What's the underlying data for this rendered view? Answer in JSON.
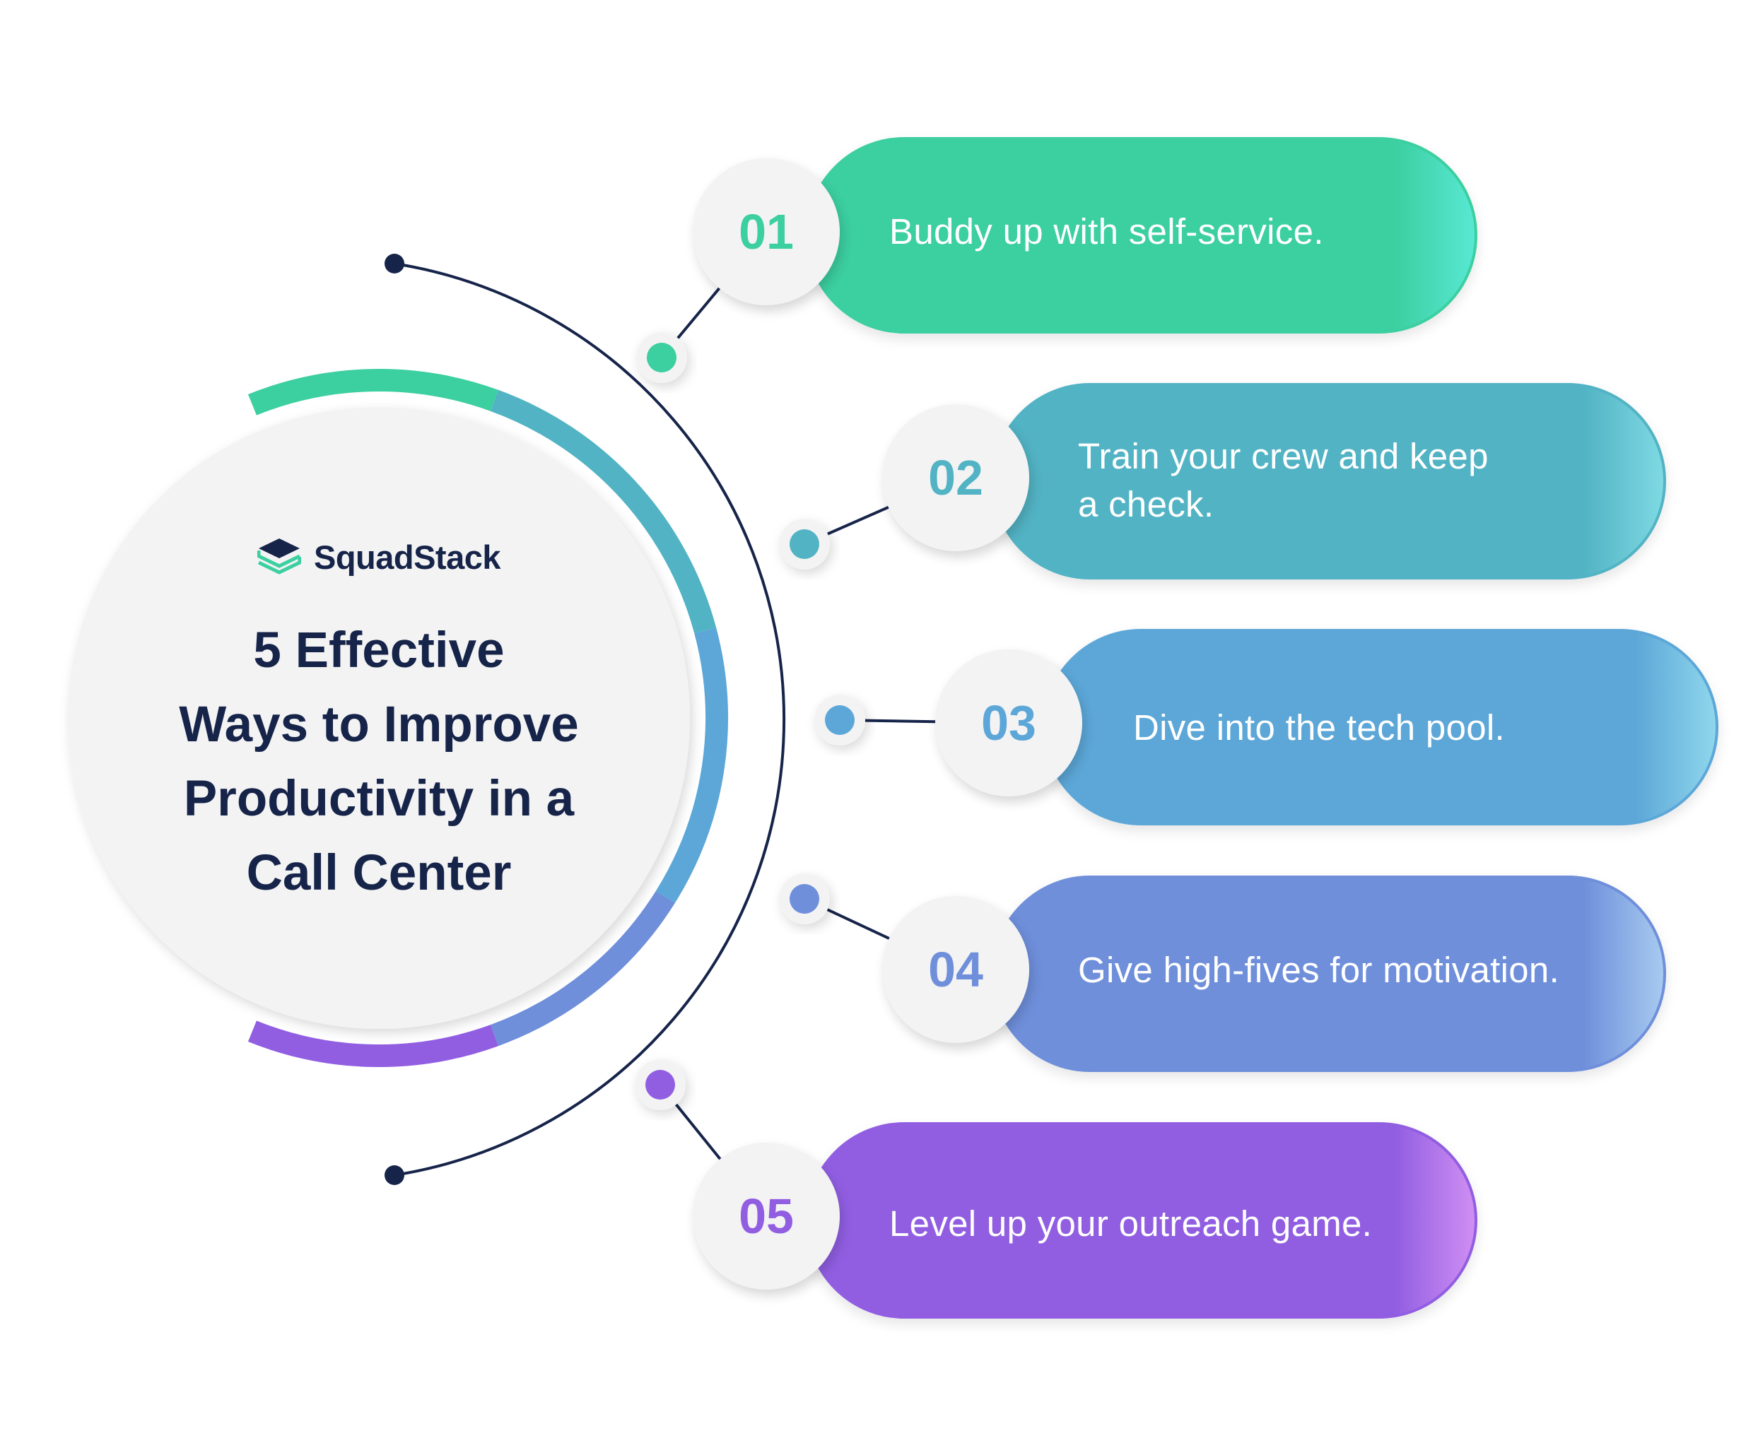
{
  "brand": {
    "name": "SquadStack",
    "logo_icon": "stacked-layers-icon",
    "colors": {
      "dark": "#17244a",
      "accent": "#3ccfa0"
    }
  },
  "title": {
    "lines": [
      "5 Effective",
      "Ways to Improve",
      "Productivity in a",
      "Call Center"
    ]
  },
  "connector": {
    "line_color": "#17244a",
    "dot_ring_color": "#f3f3f3"
  },
  "steps": [
    {
      "number": "01",
      "lines": [
        "Buddy up with self-service."
      ],
      "color": "#3ccfa0",
      "highlight": "#57e8d3"
    },
    {
      "number": "02",
      "lines": [
        "Train your crew and keep",
        "a check."
      ],
      "color": "#52b3c4",
      "highlight": "#7ed9e2"
    },
    {
      "number": "03",
      "lines": [
        "Dive into the tech pool."
      ],
      "color": "#5ca7d8",
      "highlight": "#8fd6ec"
    },
    {
      "number": "04",
      "lines": [
        "Give high-fives for motivation."
      ],
      "color": "#6f8fdb",
      "highlight": "#a6caf0"
    },
    {
      "number": "05",
      "lines": [
        "Level up your outreach game."
      ],
      "color": "#915ee2",
      "highlight": "#cf8ef2"
    }
  ]
}
